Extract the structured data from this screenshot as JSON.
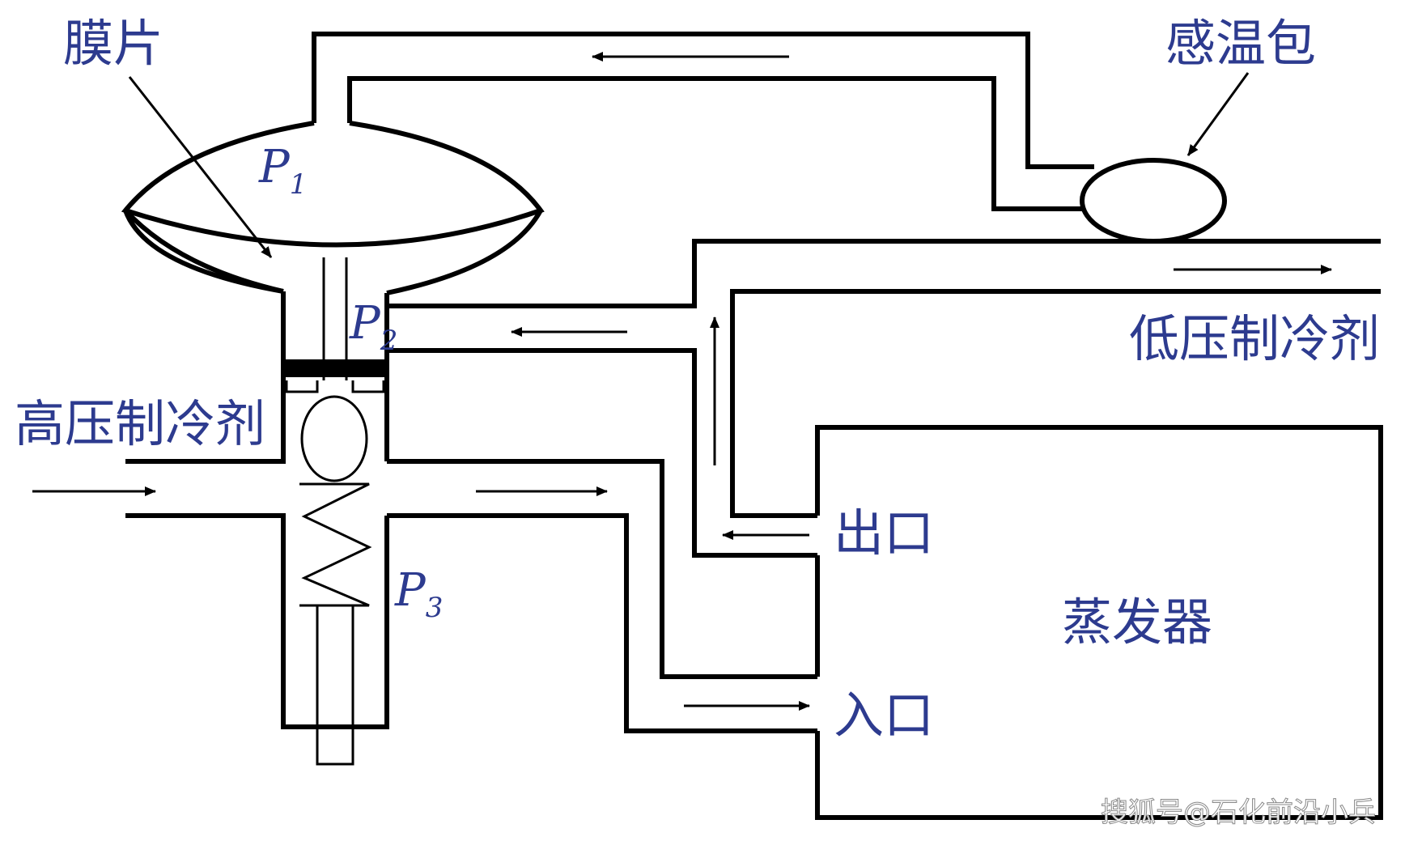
{
  "labels": {
    "diaphragm": "膜片",
    "sensing_bulb": "感温包",
    "high_pressure": "高压制冷剂",
    "low_pressure": "低压制冷剂",
    "outlet": "出口",
    "inlet": "入口",
    "evaporator": "蒸发器"
  },
  "pressures": {
    "p1": {
      "symbol": "P",
      "sub": "1"
    },
    "p2": {
      "symbol": "P",
      "sub": "2"
    },
    "p3": {
      "symbol": "P",
      "sub": "3"
    }
  },
  "watermark": "搜狐号@石化前沿小兵"
}
